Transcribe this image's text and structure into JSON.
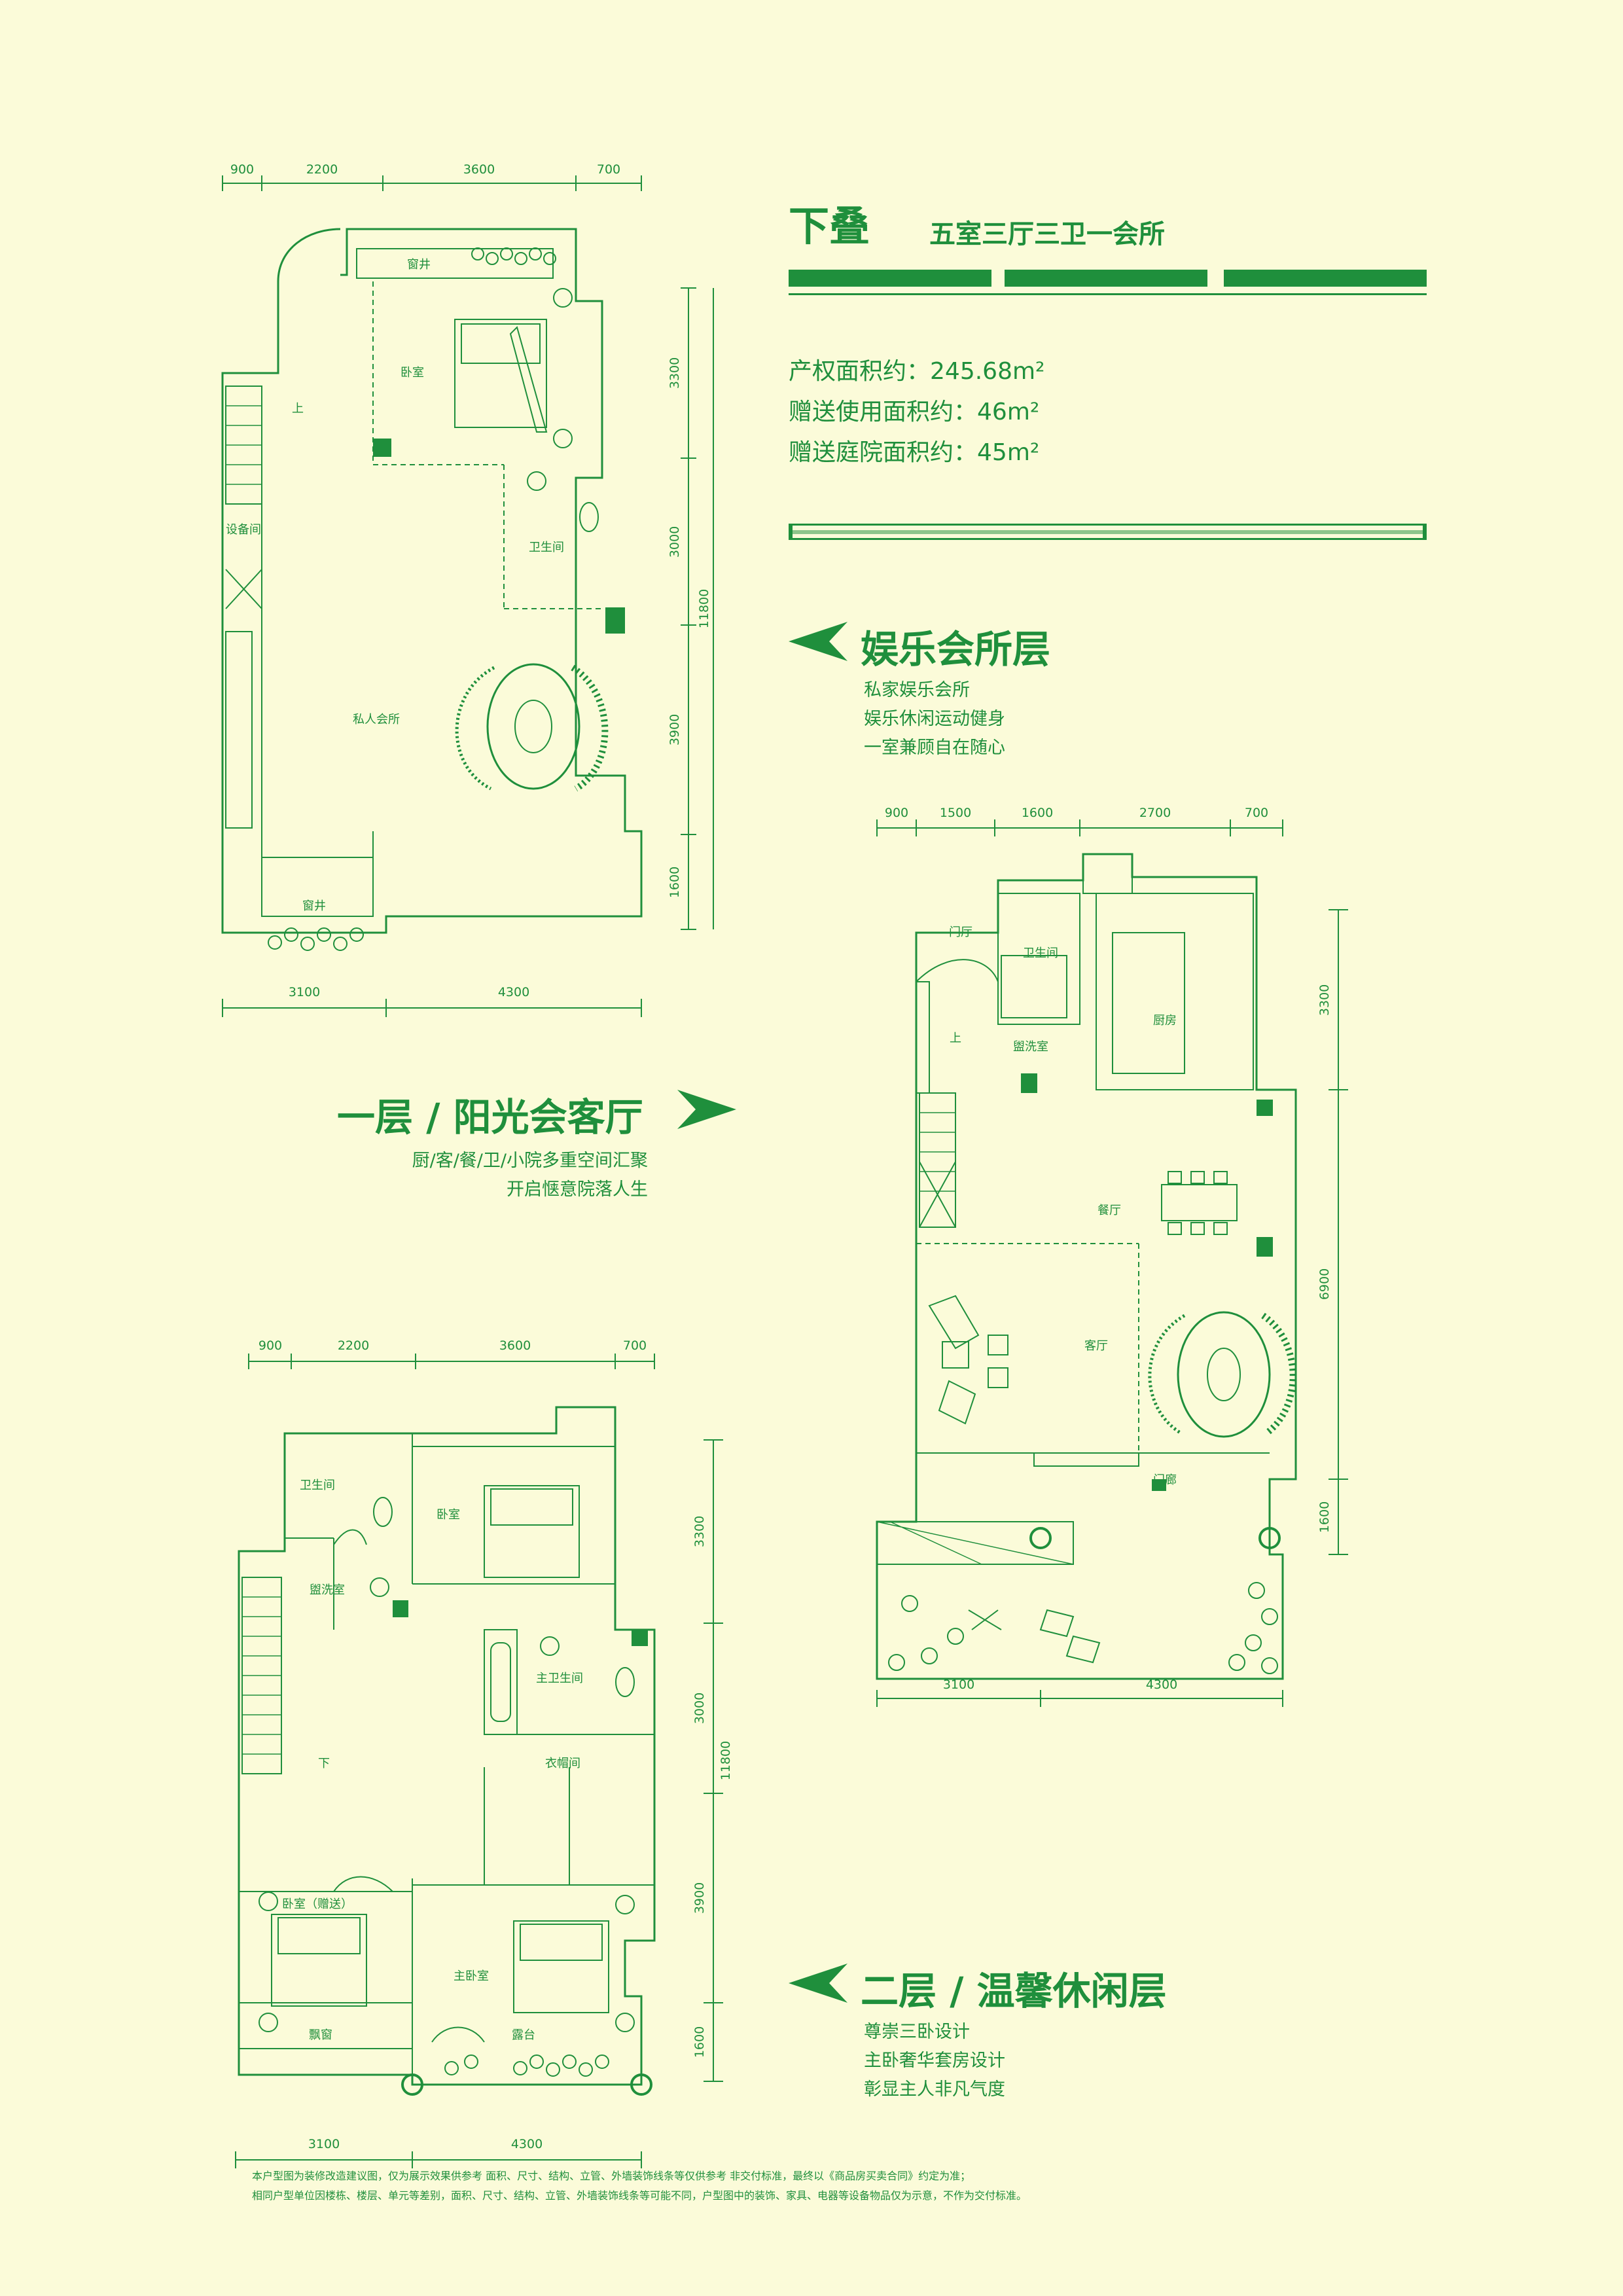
{
  "header": {
    "title": "下叠",
    "subtitle": "五室三厅三卫一会所"
  },
  "areas": [
    {
      "label": "产权面积约：",
      "value": "245.68m²"
    },
    {
      "label": "赠送使用面积约：",
      "value": "46m²"
    },
    {
      "label": "赠送庭院面积约：",
      "value": "45m²"
    }
  ],
  "sections": {
    "club": {
      "title": "娱乐会所层",
      "lines": [
        "私家娱乐会所",
        "娱乐休闲运动健身",
        "一室兼顾自在随心"
      ]
    },
    "first": {
      "title": "一层 / 阳光会客厅",
      "lines": [
        "厨/客/餐/卫/小院多重空间汇聚",
        "开启惬意院落人生"
      ]
    },
    "second": {
      "title": "二层 / 温馨休闲层",
      "lines": [
        "尊崇三卧设计",
        "主卧奢华套房设计",
        "彰显主人非凡气度"
      ]
    }
  },
  "plans": {
    "basement": {
      "dims_top": [
        "900",
        "2200",
        "3600",
        "700"
      ],
      "dims_right": [
        "3300",
        "3000",
        "3900",
        "1600"
      ],
      "dim_total": "11800",
      "dims_bottom": [
        "3100",
        "4300"
      ],
      "rooms": {
        "well_top": "窗井",
        "bedroom": "卧室",
        "up": "上",
        "equipment": "设备间",
        "bath": "卫生间",
        "club": "私人会所",
        "well_bottom": "窗井"
      }
    },
    "first": {
      "dims_top": [
        "900",
        "1500",
        "1600",
        "2700",
        "700"
      ],
      "dims_right": [
        "3300",
        "6900",
        "1600"
      ],
      "dims_bottom": [
        "3100",
        "4300"
      ],
      "rooms": {
        "foyer": "门厅",
        "bath": "卫生间",
        "kitchen": "厨房",
        "up": "上",
        "laundry": "盥洗室",
        "dining": "餐厅",
        "living": "客厅",
        "porch": "门廊"
      }
    },
    "second": {
      "dims_top": [
        "900",
        "2200",
        "3600",
        "700"
      ],
      "dims_right": [
        "3300",
        "3000",
        "3900",
        "1600"
      ],
      "dim_total": "11800",
      "dims_bottom": [
        "3100",
        "4300"
      ],
      "rooms": {
        "bath": "卫生间",
        "bedroom": "卧室",
        "laundry": "盥洗室",
        "master_bath": "主卫生间",
        "cloak": "衣帽间",
        "down": "下",
        "bedroom_gift": "卧室（赠送）",
        "master": "主卧室",
        "bay": "飘窗",
        "terrace": "露台"
      }
    }
  },
  "footer": {
    "line1": "本户型图为装修改造建议图，仅为展示效果供参考  面积、尺寸、结构、立管、外墙装饰线条等仅供参考  非交付标准，最终以《商品房买卖合同》约定为准；",
    "line2": "相同户型单位因楼栋、楼层、单元等差别，面积、尺寸、结构、立管、外墙装饰线条等可能不同，户型图中的装饰、家具、电器等设备物品仅为示意，不作为交付标准。"
  },
  "colors": {
    "accent": "#1f8f3c",
    "background": "#fbfbd9"
  }
}
